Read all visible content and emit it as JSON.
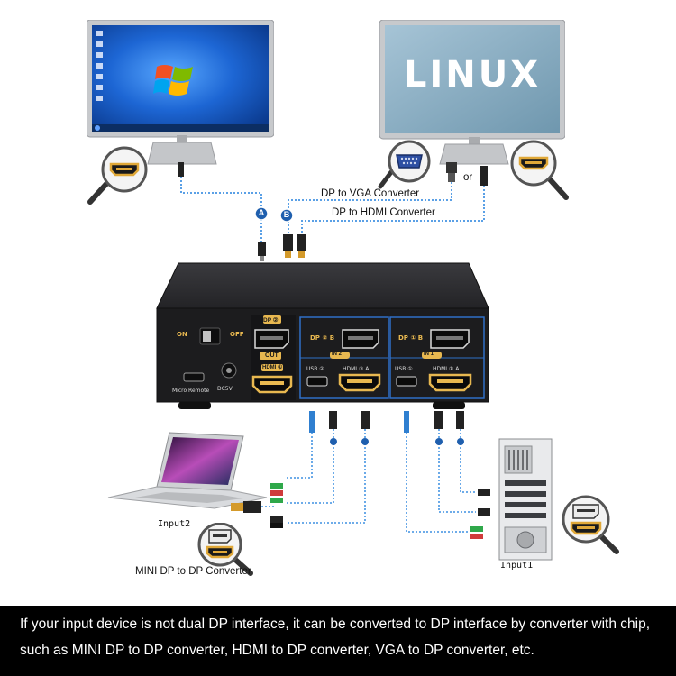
{
  "monitor_right": {
    "screen_text": "LINUX"
  },
  "cables": {
    "vga_label": "DP to VGA Converter",
    "hdmi_label": "DP to HDMI Converter",
    "or_text": "or",
    "marker_a": "A",
    "marker_b": "B"
  },
  "kvm": {
    "power_on": "ON",
    "power_off": "OFF",
    "micro_remote": "Micro Remote",
    "dc5v": "DC5V",
    "out_dp": "DP ②",
    "out_badge": "OUT",
    "out_hdmi": "HDMI ①",
    "in2_dp": "DP ② B",
    "in2_badge": "IN 2",
    "in2_usb": "USB ②",
    "in2_hdmi": "HDMI ② A",
    "in1_dp": "DP ① B",
    "in1_badge": "IN 1",
    "in1_usb": "USB ①",
    "in1_hdmi": "HDMI ① A"
  },
  "devices": {
    "input2_label": "Input2",
    "input1_label": "Input1",
    "converter_label": "MINI DP to DP Converter"
  },
  "caption": {
    "line1": "If your input device is not dual DP interface, it can be converted to DP  interface by converter with chip,",
    "line2": "such as MINI DP to DP converter, HDMI to DP converter, VGA to DP converter, etc."
  },
  "colors": {
    "kvm_body": "#1c1c1e",
    "port_gold": "#e8b850",
    "cable_blue": "#2f7fd0",
    "badge_blue": "#1f5fae",
    "caption_bg": "#000000",
    "windows_screen": "#1f6fd6",
    "linux_screen": "#8fb3c8"
  },
  "icons": [
    "windows-logo-icon",
    "magnifier-icon",
    "hdmi-port-icon",
    "vga-port-icon",
    "dp-port-icon",
    "power-switch-icon"
  ]
}
